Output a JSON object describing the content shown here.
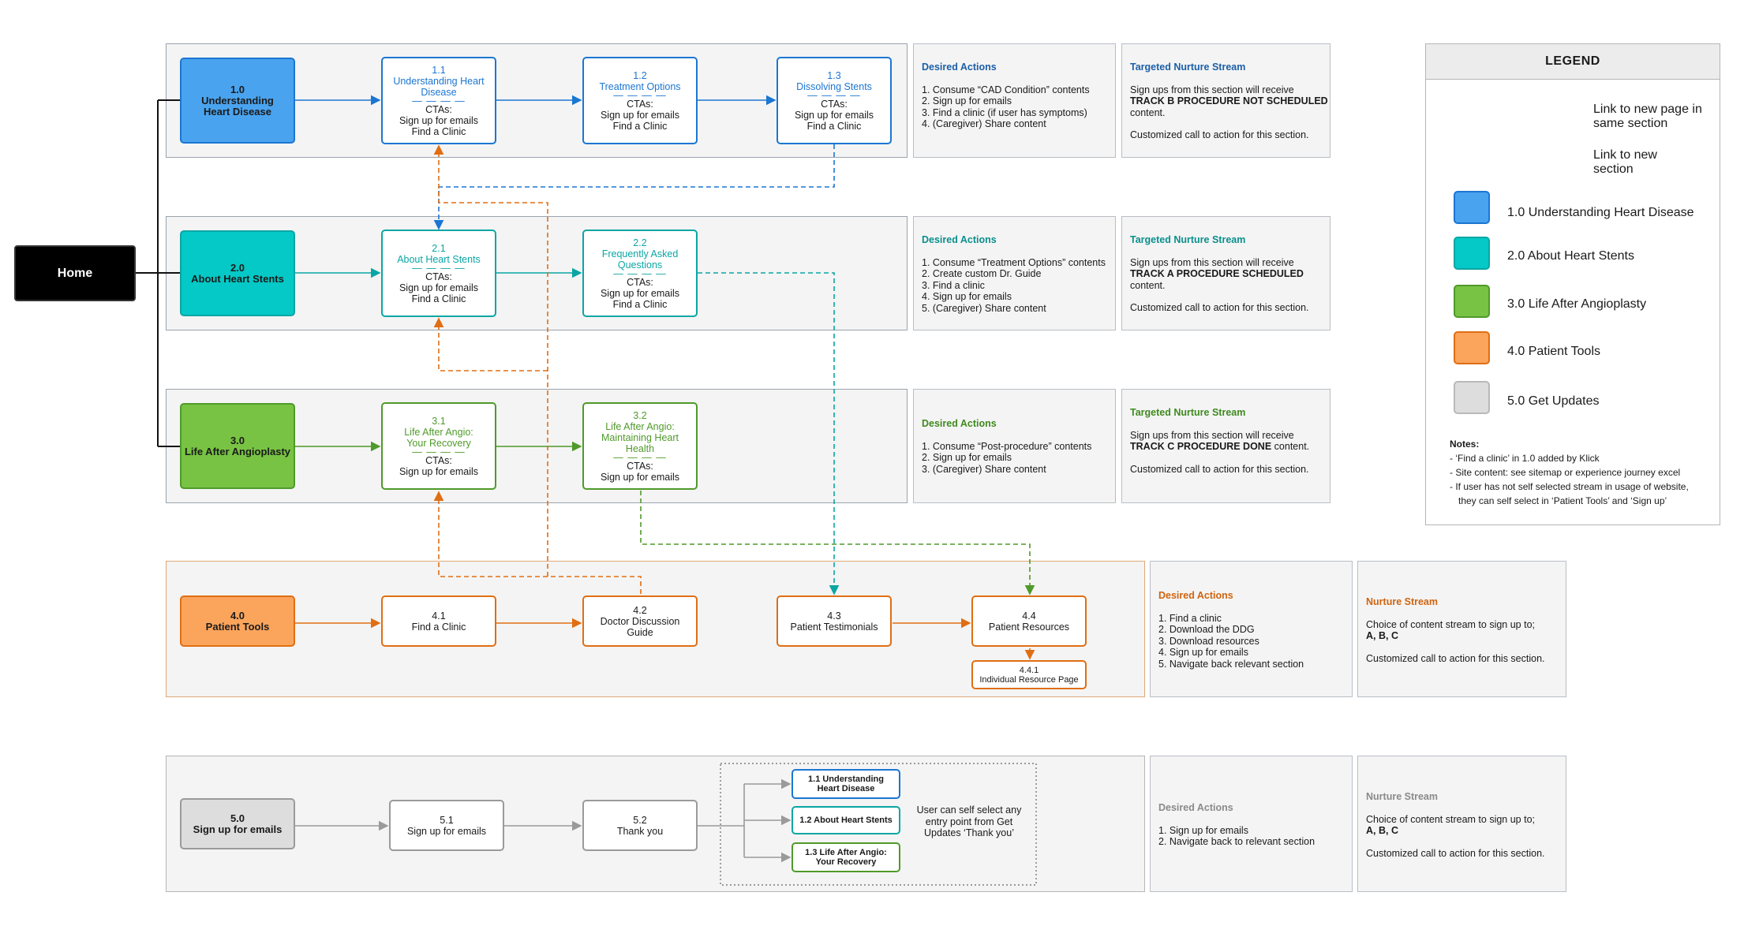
{
  "colors": {
    "s1": "#4aa3ee",
    "s1_stroke": "#1b76d2",
    "s2": "#04c9c6",
    "s2_stroke": "#0aa6a4",
    "s3": "#78c343",
    "s3_stroke": "#4f9a2a",
    "s4": "#fba45c",
    "s4_stroke": "#e06e13",
    "s5": "#dddddd",
    "s5_stroke": "#9a9a9a",
    "home": "#000000"
  },
  "home": {
    "label": "Home"
  },
  "s1": {
    "head": {
      "num": "1.0",
      "title": "Understanding Heart Disease"
    },
    "n11": {
      "num": "1.1",
      "title": "Understanding Heart Disease",
      "dash": "— — — —",
      "ctas_label": "CTAs:",
      "cta1": "Sign up for emails",
      "cta2": "Find a Clinic"
    },
    "n12": {
      "num": "1.2",
      "title": "Treatment Options",
      "dash": "— — — —",
      "ctas_label": "CTAs:",
      "cta1": "Sign up for emails",
      "cta2": "Find a Clinic"
    },
    "n13": {
      "num": "1.3",
      "title": "Dissolving Stents",
      "dash": "— — — —",
      "ctas_label": "CTAs:",
      "cta1": "Sign up for emails",
      "cta2": "Find a Clinic"
    },
    "desired": {
      "title": "Desired Actions",
      "lines": [
        "1. Consume “CAD Condition” contents",
        "2. Sign up for emails",
        "3. Find a clinic (if user has symptoms)",
        "4. (Caregiver) Share content"
      ]
    },
    "nurture": {
      "title": "Targeted Nurture Stream",
      "l1": "Sign ups from this section will receive",
      "l2": "TRACK B PROCEDURE NOT SCHEDULED",
      "l3": "content.",
      "l4": "Customized call to action for this section."
    }
  },
  "s2": {
    "head": {
      "num": "2.0",
      "title": "About Heart Stents"
    },
    "n21": {
      "num": "2.1",
      "title": "About Heart Stents",
      "dash": "— — — —",
      "ctas_label": "CTAs:",
      "cta1": "Sign up for emails",
      "cta2": "Find a Clinic"
    },
    "n22": {
      "num": "2.2",
      "title": "Frequently Asked Questions",
      "dash": "— — — —",
      "ctas_label": "CTAs:",
      "cta1": "Sign up for emails",
      "cta2": "Find a Clinic"
    },
    "desired": {
      "title": "Desired Actions",
      "lines": [
        "1. Consume “Treatment Options” contents",
        "2. Create custom Dr. Guide",
        "3. Find a clinic",
        "4. Sign up for emails",
        "5. (Caregiver) Share content"
      ]
    },
    "nurture": {
      "title": "Targeted Nurture Stream",
      "l1": "Sign ups from this section will receive",
      "l2": "TRACK A PROCEDURE SCHEDULED",
      "l3": "content.",
      "l4": "Customized call to action for this section."
    }
  },
  "s3": {
    "head": {
      "num": "3.0",
      "title": "Life After Angioplasty"
    },
    "n31": {
      "num": "3.1",
      "title1": "Life After Angio:",
      "title2": "Your Recovery",
      "dash": "— — — —",
      "ctas_label": "CTAs:",
      "cta1": "Sign up for emails"
    },
    "n32": {
      "num": "3.2",
      "title1": "Life After Angio:",
      "title2": "Maintaining Heart Health",
      "dash": "— — — —",
      "ctas_label": "CTAs:",
      "cta1": "Sign up for emails"
    },
    "desired": {
      "title": "Desired Actions",
      "lines": [
        "1. Consume “Post-procedure” contents",
        "2. Sign up for emails",
        "3. (Caregiver) Share content"
      ]
    },
    "nurture": {
      "title": "Targeted Nurture Stream",
      "l1": "Sign ups from this section will receive",
      "l2": "TRACK C PROCEDURE DONE",
      "l2b": " content.",
      "l4": "Customized call to action for this section."
    }
  },
  "s4": {
    "head": {
      "num": "4.0",
      "title": "Patient Tools"
    },
    "n41": {
      "num": "4.1",
      "title": "Find a Clinic"
    },
    "n42": {
      "num": "4.2",
      "title": "Doctor Discussion Guide"
    },
    "n43": {
      "num": "4.3",
      "title": "Patient Testimonials"
    },
    "n44": {
      "num": "4.4",
      "title": "Patient Resources"
    },
    "n441": {
      "num": "4.4.1",
      "title": "Individual Resource Page"
    },
    "desired": {
      "title": "Desired Actions",
      "lines": [
        "1. Find a clinic",
        "2. Download the DDG",
        "3. Download resources",
        "4. Sign up for emails",
        "5. Navigate back relevant section"
      ]
    },
    "nurture": {
      "title": "Nurture Stream",
      "l1": "Choice of content stream to sign up to;",
      "l2": "A, B, C",
      "l4": "Customized call to action for this section."
    }
  },
  "s5": {
    "head": {
      "num": "5.0",
      "title": "Sign up for emails"
    },
    "n51": {
      "num": "5.1",
      "title": "Sign up for emails"
    },
    "n52": {
      "num": "5.2",
      "title": "Thank you"
    },
    "entry1": "1.1 Understanding Heart Disease",
    "entry2": "1.2 About Heart Stents",
    "entry3": "1.3 Life After Angio: Your Recovery",
    "note": "User can self select any entry point from Get Updates ‘Thank you’",
    "desired": {
      "title": "Desired Actions",
      "lines": [
        "1. Sign up for emails",
        "2. Navigate back to relevant section"
      ]
    },
    "nurture": {
      "title": "Nurture Stream",
      "l1": "Choice of content stream to sign up to;",
      "l2": "A, B, C",
      "l4": "Customized call to action for this section."
    }
  },
  "legend": {
    "title": "LEGEND",
    "solid_label": "Link to new page in same section",
    "dashed_label": "Link to new section",
    "items": [
      "1.0 Understanding Heart Disease",
      "2.0 About Heart Stents",
      "3.0 Life After Angioplasty",
      "4.0 Patient Tools",
      "5.0 Get Updates"
    ],
    "notes_title": "Notes:",
    "notes": [
      "- ‘Find a clinic’ in 1.0 added by Klick",
      "- Site content: see sitemap or experience journey excel",
      "- If user has not self selected stream in usage of website,",
      "they can self select in ‘Patient Tools’ and ‘Sign up’"
    ]
  }
}
